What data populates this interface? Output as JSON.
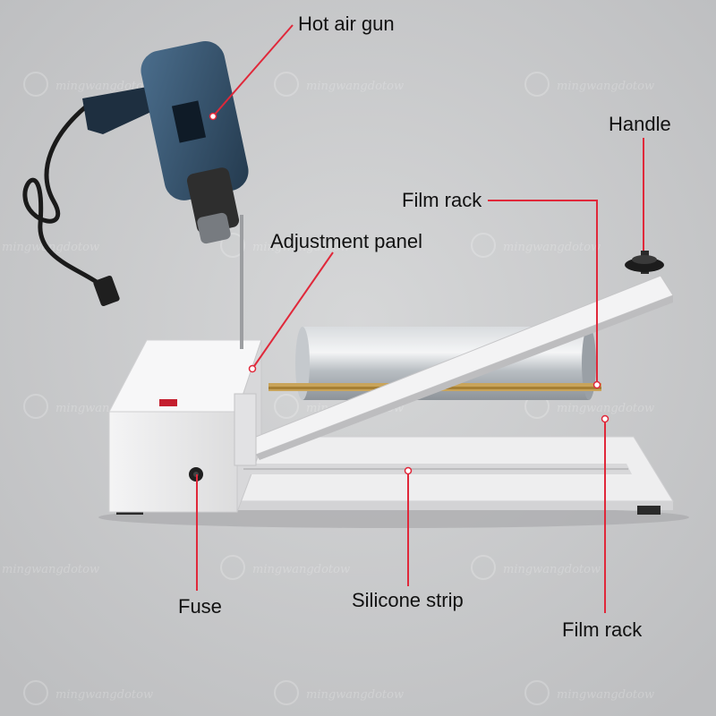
{
  "watermark": "mingwangdotow",
  "colors": {
    "background": "#c9cacb",
    "leader_line": "#e0283a",
    "machine_body": "#ededee",
    "gun_body": "#33506b"
  },
  "labels": {
    "hot_air_gun": "Hot air gun",
    "handle": "Handle",
    "film_rack_top": "Film rack",
    "adjustment_panel": "Adjustment panel",
    "fuse": "Fuse",
    "silicone_strip": "Silicone strip",
    "film_rack_bottom": "Film rack"
  }
}
